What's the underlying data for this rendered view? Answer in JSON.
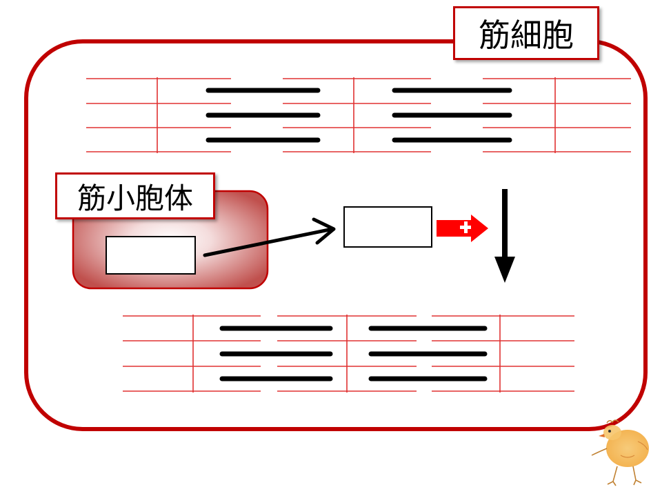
{
  "labels": {
    "muscle_cell": "筋細胞",
    "sarcoplasmic_reticulum": "筋小胞体",
    "plus_sign": "+"
  },
  "colors": {
    "membrane_red": "#c00000",
    "filament_red": "#e03030",
    "thick_filament_black": "#000000",
    "sr_gradient_center": "#ffffff",
    "sr_gradient_edge": "#c0504d",
    "arrow_red": "#ff0000"
  },
  "decorations": {
    "mascot": "yellow-chick-drawing"
  }
}
